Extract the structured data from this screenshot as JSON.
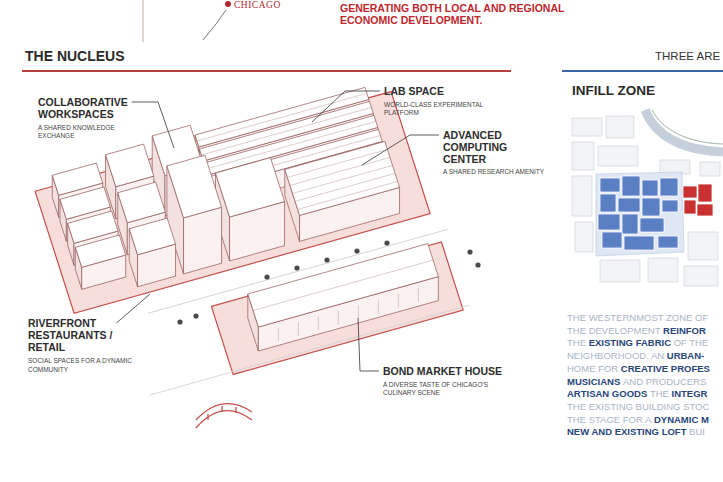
{
  "diagram": {
    "labels": [
      "CHICAGO",
      "GENERATING BOTH LOCAL AND REGIONAL ECONOMIC DEVELOPMENT.",
      "THE NUCLEUS",
      "THREE ARE",
      "COLLABORATIVE WORKSPACES",
      "A SHARED KNOWLEDGE EXCHANGE",
      "LAB SPACE",
      "WORLD-CLASS EXPERIMENTAL PLATFORM",
      "ADVANCED COMPUTING CENTER",
      "A SHARED RESEARCH AMENITY",
      "RIVERFRONT RESTAURANTS / RETAIL",
      "SOCIAL SPACES FOR A DYNAMIC COMMUNITY",
      "BOND MARKET HOUSE",
      "A DIVERSE TASTE OF CHICAGO'S CULINARY SCENE",
      "INFILL ZONE",
      "THE WESTERNMOST ZONE OF",
      "THE DEVELOPMENT",
      "REINFOR",
      "THE",
      "EXISTING FABRIC",
      "OF THE",
      "NEIGHBORHOOD. AN",
      "URBAN-",
      "HOME FOR",
      "CREATIVE PROFES",
      "MUSICIANS",
      "AND PRODUCERS",
      "ARTISAN GOODS",
      "THE",
      "INTEGR",
      "THE EXISTING BUILDING STOC",
      "THE STAGE FOR A",
      "DYNAMIC M",
      "NEW AND EXISTING LOFT",
      "BUI"
    ]
  }
}
